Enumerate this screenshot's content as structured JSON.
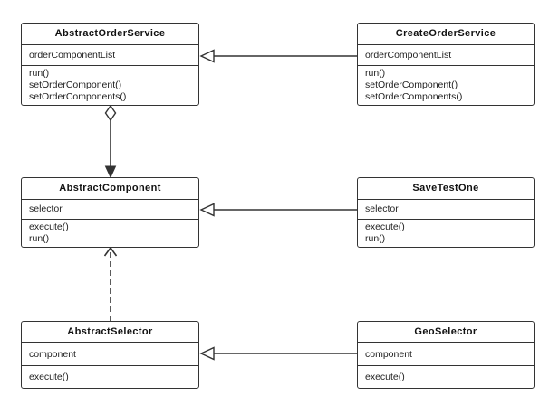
{
  "diagram": {
    "kind": "uml-class-diagram",
    "background_color": "#ffffff",
    "stroke_color": "#333333",
    "text_color": "#1f1f1f",
    "classes": [
      {
        "name": "AbstractOrderService",
        "attributes": [
          "orderComponentList"
        ],
        "methods": [
          "run()",
          "setOrderComponent()",
          "setOrderComponents()"
        ]
      },
      {
        "name": "CreateOrderService",
        "attributes": [
          "orderComponentList"
        ],
        "methods": [
          "run()",
          "setOrderComponent()",
          "setOrderComponents()"
        ]
      },
      {
        "name": "AbstractComponent",
        "attributes": [
          "selector"
        ],
        "methods": [
          "execute()",
          "run()"
        ]
      },
      {
        "name": "SaveTestOne",
        "attributes": [
          "selector"
        ],
        "methods": [
          "execute()",
          "run()"
        ]
      },
      {
        "name": "AbstractSelector",
        "attributes": [
          "component"
        ],
        "methods": [
          "execute()"
        ]
      },
      {
        "name": "GeoSelector",
        "attributes": [
          "component"
        ],
        "methods": [
          "execute()"
        ]
      }
    ],
    "relationships": [
      {
        "from": "CreateOrderService",
        "to": "AbstractOrderService",
        "type": "generalization",
        "line": "solid",
        "arrowhead": "hollow-triangle"
      },
      {
        "from": "SaveTestOne",
        "to": "AbstractComponent",
        "type": "generalization",
        "line": "solid",
        "arrowhead": "hollow-triangle"
      },
      {
        "from": "GeoSelector",
        "to": "AbstractSelector",
        "type": "generalization",
        "line": "solid",
        "arrowhead": "hollow-triangle"
      },
      {
        "from": "AbstractOrderService",
        "to": "AbstractComponent",
        "type": "aggregation",
        "line": "solid",
        "arrowhead": "filled-triangle",
        "tail": "hollow-diamond"
      },
      {
        "from": "AbstractSelector",
        "to": "AbstractComponent",
        "type": "dependency",
        "line": "dashed",
        "arrowhead": "open-arrow"
      }
    ]
  }
}
